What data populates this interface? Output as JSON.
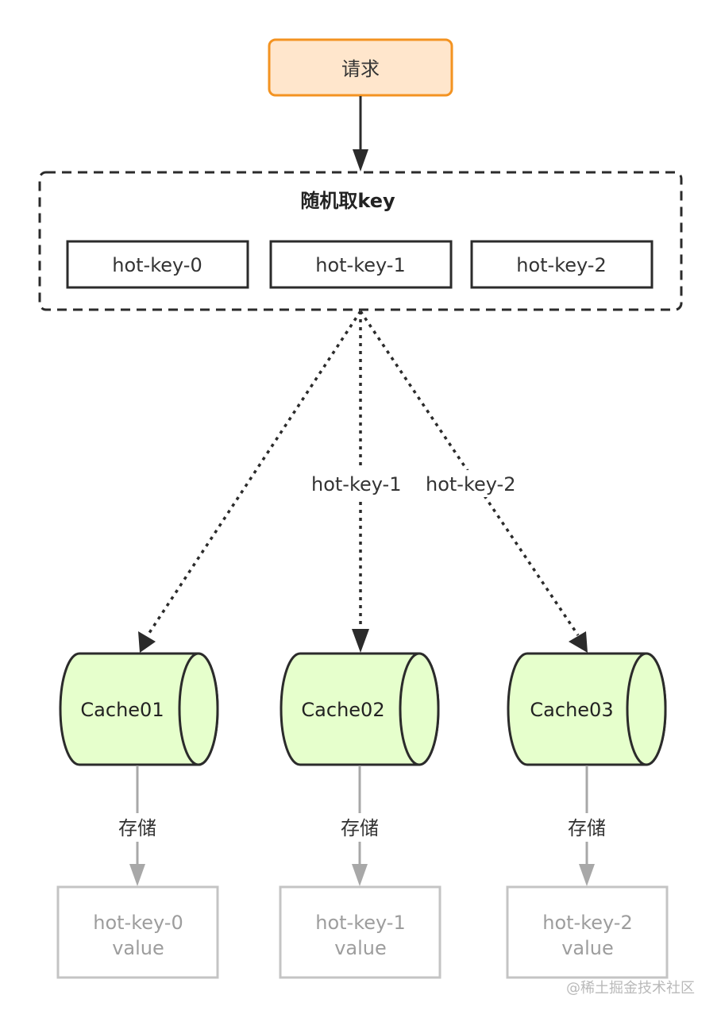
{
  "request": {
    "label": "请求"
  },
  "selector": {
    "title": "随机取key",
    "keys": [
      "hot-key-0",
      "hot-key-1",
      "hot-key-2"
    ]
  },
  "routes": {
    "labels": [
      "hot-key-1",
      "hot-key-2"
    ]
  },
  "caches": [
    {
      "name": "Cache01",
      "edge_label": "存储",
      "stored_key": "hot-key-0",
      "stored_value": "value"
    },
    {
      "name": "Cache02",
      "edge_label": "存储",
      "stored_key": "hot-key-1",
      "stored_value": "value"
    },
    {
      "name": "Cache03",
      "edge_label": "存储",
      "stored_key": "hot-key-2",
      "stored_value": "value"
    }
  ],
  "watermark": "@稀土掘金技术社区",
  "colors": {
    "request_fill": "#ffe6cc",
    "request_stroke": "#f39321",
    "cache_fill": "#e6ffcc",
    "stroke_dark": "#2b2b2b",
    "muted_gray": "#a8a8a8",
    "muted_text": "#9d9d9d"
  }
}
